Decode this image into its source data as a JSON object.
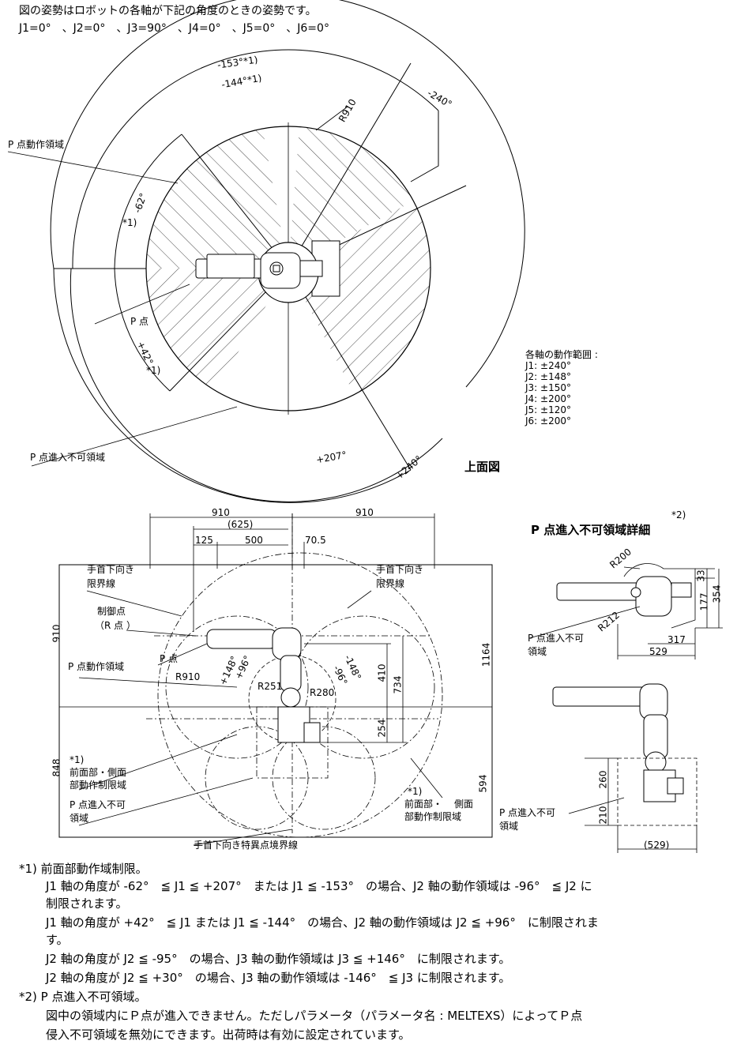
{
  "header": {
    "line1": "図の姿勢はロボットの各軸が下記の角度のときの姿勢です。",
    "line2": "J1=0°　、J2=0°　、J3=90°　、J4=0°　、J5=0°　、J6=0°"
  },
  "top_view": {
    "title": "上面図",
    "labels": {
      "p_motion_area": "P 点動作領域",
      "p_point": "P 点",
      "p_no_entry": "P 点進入不可領域",
      "radius": "R910",
      "star1_a": "*1)",
      "star1_b": "*1)"
    },
    "angles": {
      "a153": "-153°*1)",
      "a144": "-144°*1)",
      "a240n": "-240°",
      "a62": "-62°",
      "a42": "+42°",
      "a207": "+207°",
      "a240p": "+240°"
    },
    "axis_range": {
      "title": "各軸の動作範囲 :",
      "items": [
        "J1: ±240°",
        "J2: ±148°",
        "J3: ±150°",
        "J4: ±200°",
        "J5: ±120°",
        "J6: ±200°"
      ]
    }
  },
  "side_view": {
    "dims": {
      "d910a": "910",
      "d910b": "910",
      "d625": "(625)",
      "d125": "125",
      "d500": "500",
      "d705": "70.5",
      "d910v": "910",
      "d848": "848",
      "d1164": "1164",
      "d410": "410",
      "d734": "734",
      "d254": "254",
      "d594": "594",
      "r910": "R910",
      "r251": "R251",
      "r280": "R280",
      "a148p": "+148°",
      "a96p": "+96°",
      "a148n": "-148°",
      "a96n": "-96°"
    },
    "labels": {
      "wrist_limit_left_1": "手首下向き",
      "wrist_limit_left_2": "限界線",
      "wrist_limit_right_1": "手首下向き",
      "wrist_limit_right_2": "限界線",
      "control_point_1": "制御点",
      "control_point_2": "（R 点 ）",
      "p_point": "P 点",
      "p_motion_area": "P 点動作領域",
      "front_side_1": "*1)",
      "front_side_2": "前面部・側面",
      "front_side_3": "部動作制限域",
      "p_no_entry_1": "P 点進入不可",
      "p_no_entry_2": "領域",
      "front_1": "*1)",
      "front_2": "前面部・",
      "front_3": "部動作制限域",
      "front_2b": "側面",
      "singular": "手首下向き特異点境界線"
    }
  },
  "detail_view": {
    "title": "P 点進入不可領域詳細",
    "star2": "*2)",
    "dims": {
      "r200": "R200",
      "r212": "R212",
      "d33": "33",
      "d177": "177",
      "d354": "354",
      "d317": "317",
      "d529": "529",
      "d260": "260",
      "d210": "210",
      "d529p": "(529)"
    },
    "labels": {
      "no_entry_a1": "P 点進入不可",
      "no_entry_a2": "領域",
      "no_entry_b1": "P 点進入不可",
      "no_entry_b2": "領域"
    }
  },
  "notes": {
    "n1_title": "*1) 前面部動作域制限。",
    "n1_l1": "J1 軸の角度が -62°　≦ J1 ≦ +207°　または J1 ≦ -153°　の場合、J2 軸の動作領域は -96°　≦ J2 に",
    "n1_l2": "制限されます。",
    "n1_l3": "J1 軸の角度が +42°　≦ J1 または J1 ≦ -144°　の場合、J2 軸の動作領域は J2 ≦ +96°　に制限されま",
    "n1_l4": "す。",
    "n1_l5": "J2 軸の角度が J2 ≦ -95°　の場合、J3 軸の動作領域は J3 ≦ +146°　に制限されます。",
    "n1_l6": "J2 軸の角度が J2 ≦ +30°　の場合、J3 軸の動作領域は -146°　≦ J3 に制限されます。",
    "n2_title": "*2) P 点進入不可領域。",
    "n2_l1": "図中の領域内にＰ点が進入できません。ただしパラメータ（パラメータ名 : MELTEXS）によってＰ点",
    "n2_l2": "侵入不可領域を無効にできます。出荷時は有効に設定されています。"
  }
}
